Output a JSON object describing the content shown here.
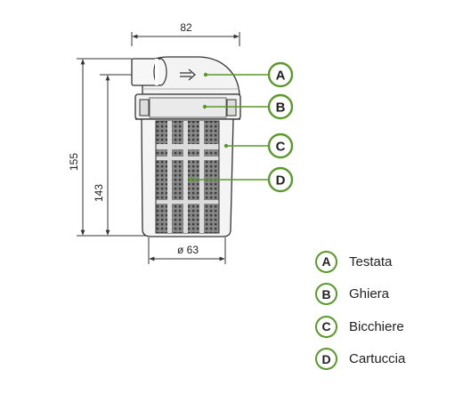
{
  "dimensions": {
    "width_top": "82",
    "height_total": "155",
    "height_body": "143",
    "diameter_bottom": "ø 63"
  },
  "callouts": [
    {
      "letter": "A",
      "label": "Testata"
    },
    {
      "letter": "B",
      "label": "Ghiera"
    },
    {
      "letter": "C",
      "label": "Bicchiere"
    },
    {
      "letter": "D",
      "label": "Cartuccia"
    }
  ],
  "colors": {
    "accent": "#5a9a2a",
    "line": "#333333",
    "body_fill": "#f2f2f2",
    "mesh_dark": "#4a4a4a"
  }
}
